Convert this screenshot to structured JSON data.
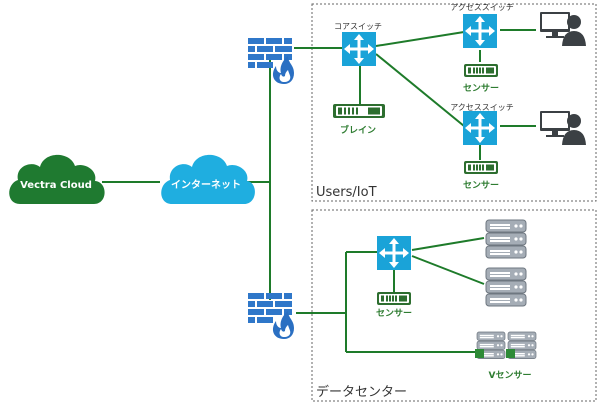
{
  "clouds": {
    "vectra": "Vectra Cloud",
    "internet": "インターネット"
  },
  "zones": {
    "users_iot": "Users/IoT",
    "datacenter": "データセンター"
  },
  "labels": {
    "core_switch": "コアスイッチ",
    "access_switch_1": "アクセススイッチ",
    "access_switch_2": "アクセススイッチ",
    "brain": "ブレイン",
    "sensor_1": "センサー",
    "sensor_2": "センサー",
    "sensor_dc": "センサー",
    "v_sensor": "Vセンサー"
  },
  "colors": {
    "line_green": "#1e7b2a",
    "switch_blue": "#1aa3d8",
    "cloud_green": "#1f7a30",
    "cloud_blue": "#1faee0",
    "firewall_blue": "#2f77c9",
    "flame_blue": "#2a6fc2",
    "server_gray": "#9aa3ad",
    "user_gray": "#3b4044",
    "zone_border": "#666666"
  },
  "icons": {
    "firewall": "firewall-icon",
    "switch": "network-switch-icon",
    "appliance": "appliance-icon",
    "server": "server-icon",
    "user": "user-workstation-icon",
    "cloud": "cloud-icon"
  }
}
